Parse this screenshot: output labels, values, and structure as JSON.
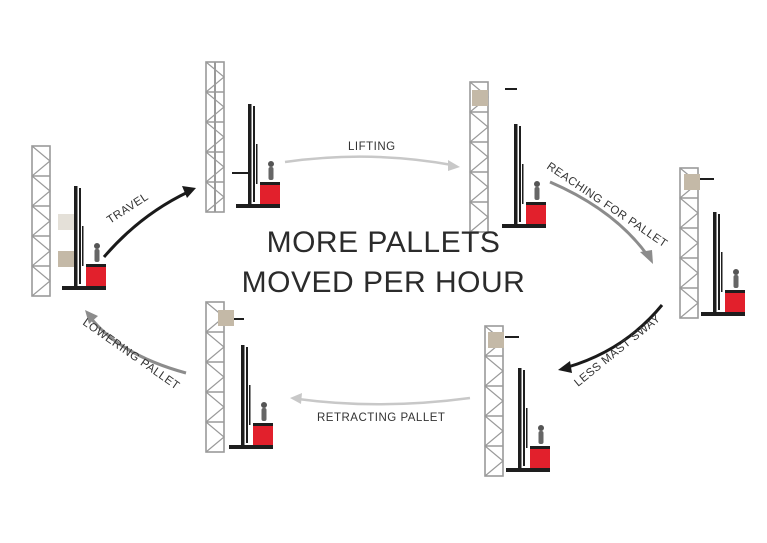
{
  "title": {
    "line1": "MORE PALLETS",
    "line2": "MOVED PER HOUR"
  },
  "steps": [
    {
      "label": "TRAVEL"
    },
    {
      "label": "LIFTING"
    },
    {
      "label": "REACHING FOR PALLET"
    },
    {
      "label": "LESS MAST SWAY"
    },
    {
      "label": "RETRACTING PALLET"
    },
    {
      "label": "LOWERING PALLET"
    }
  ],
  "colors": {
    "truck_red": "#e2202c",
    "rack_gray": "#9a9a9a",
    "mast_dark": "#1e1e1e",
    "pallet_tan": "#c4b9a7",
    "arrow_dark": "#1a1a1a",
    "arrow_gray": "#8c8c8c",
    "arrow_light": "#c8c8c8"
  }
}
